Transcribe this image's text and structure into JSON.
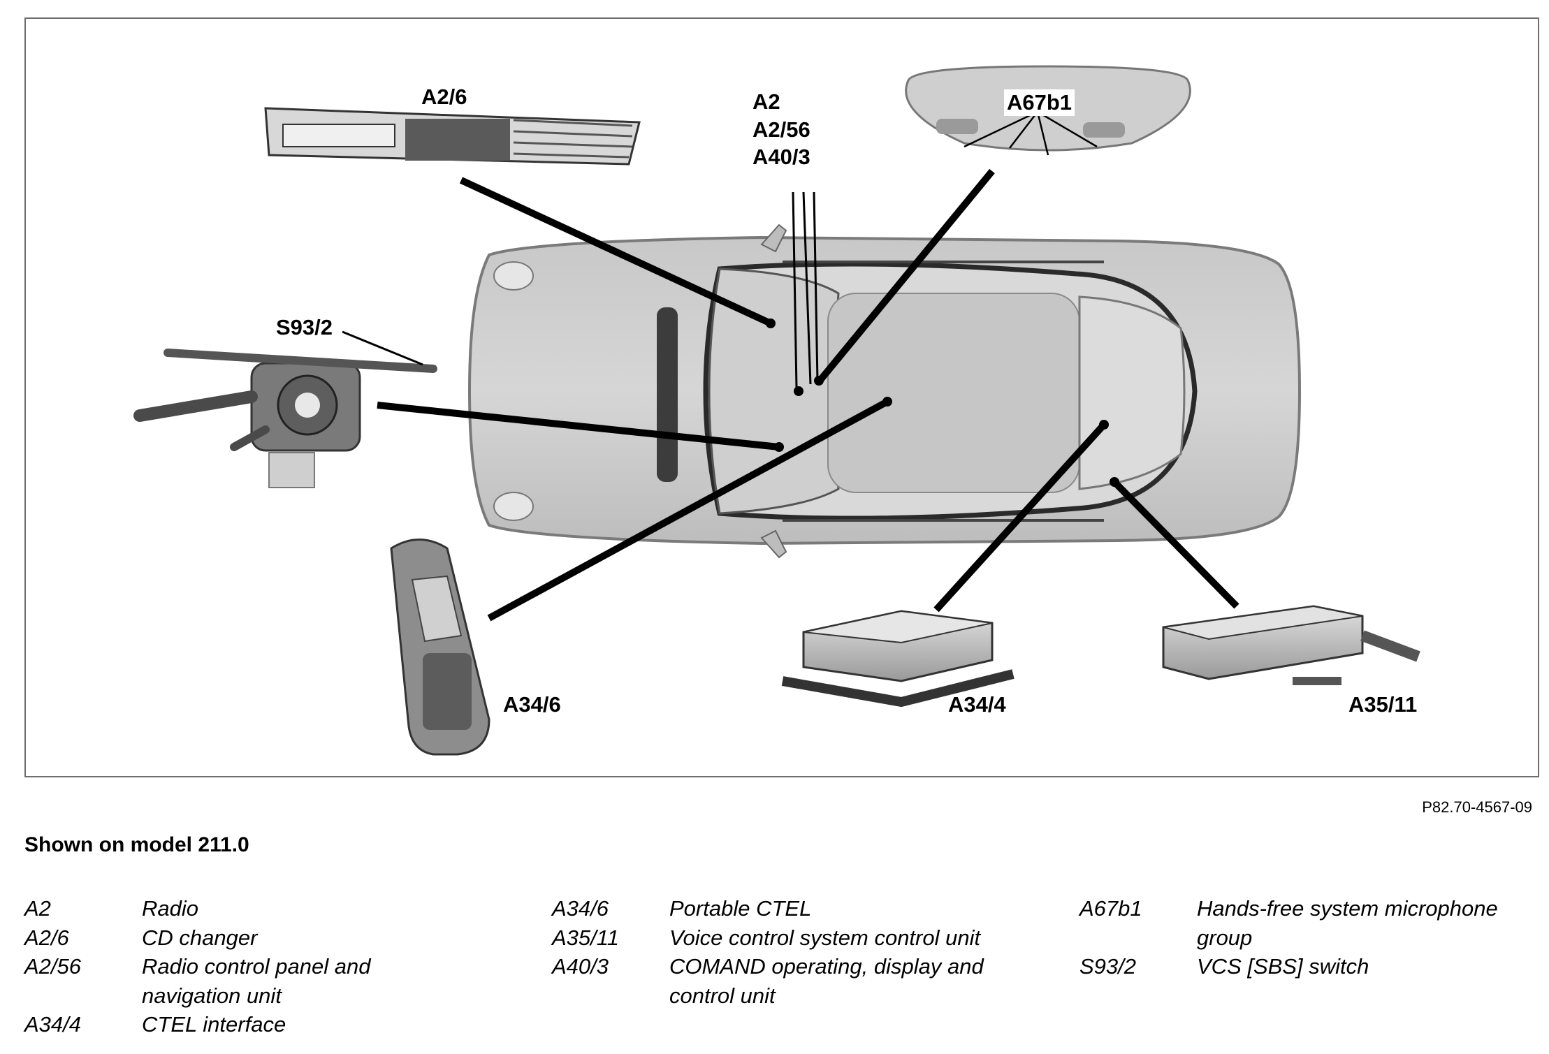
{
  "diagram": {
    "labels": {
      "a2_6": "A2/6",
      "a2": "A2",
      "a2_56": "A2/56",
      "a40_3": "A40/3",
      "a67b1": "A67b1",
      "s93_2": "S93/2",
      "a34_6": "A34/6",
      "a34_4": "A34/4",
      "a35_11": "A35/11"
    },
    "reference_code": "P82.70-4567-09"
  },
  "caption": "Shown on model 211.0",
  "legend": {
    "columns": [
      [
        {
          "code": "A2",
          "description": "Radio"
        },
        {
          "code": "A2/6",
          "description": "CD changer"
        },
        {
          "code": "A2/56",
          "description": "Radio control panel and navigation unit"
        },
        {
          "code": "A34/4",
          "description": "CTEL interface"
        }
      ],
      [
        {
          "code": "A34/6",
          "description": "Portable CTEL"
        },
        {
          "code": "A35/11",
          "description": "Voice control system control unit"
        },
        {
          "code": "A40/3",
          "description": "COMAND operating, display and control unit"
        }
      ],
      [
        {
          "code": "A67b1",
          "description": "Hands-free system microphone group"
        },
        {
          "code": "S93/2",
          "description": "VCS [SBS] switch"
        }
      ]
    ]
  }
}
